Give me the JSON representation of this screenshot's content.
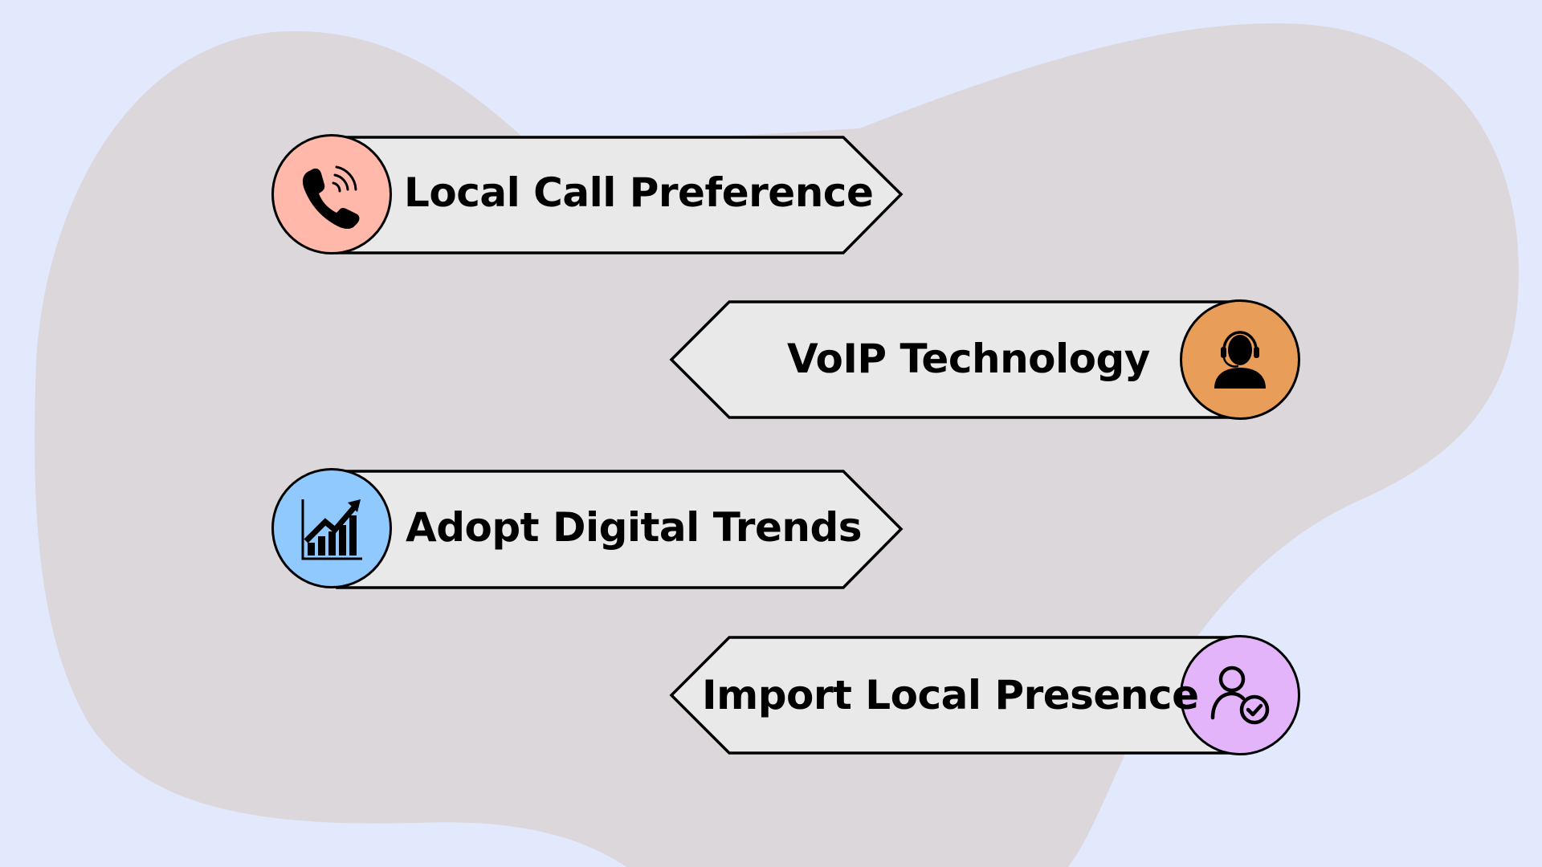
{
  "colors": {
    "background": "#e2e9fd",
    "blob": "#dcd7da",
    "banner_fill": "#e9e9e9",
    "outline": "#000000",
    "phone_circle": "#ffb8aa",
    "headset_circle": "#e89d58",
    "chart_circle": "#90c9fd",
    "user_check_circle": "#e4b4fb"
  },
  "items": [
    {
      "label": "Local Call Preference",
      "icon": "phone-call-icon",
      "direction": "right",
      "circle_color": "#ffb8aa"
    },
    {
      "label": "VoIP Technology",
      "icon": "headset-agent-icon",
      "direction": "left",
      "circle_color": "#e89d58"
    },
    {
      "label": "Adopt Digital Trends",
      "icon": "growth-chart-icon",
      "direction": "right",
      "circle_color": "#90c9fd"
    },
    {
      "label": "Import Local Presence",
      "icon": "user-check-icon",
      "direction": "left",
      "circle_color": "#e4b4fb"
    }
  ]
}
